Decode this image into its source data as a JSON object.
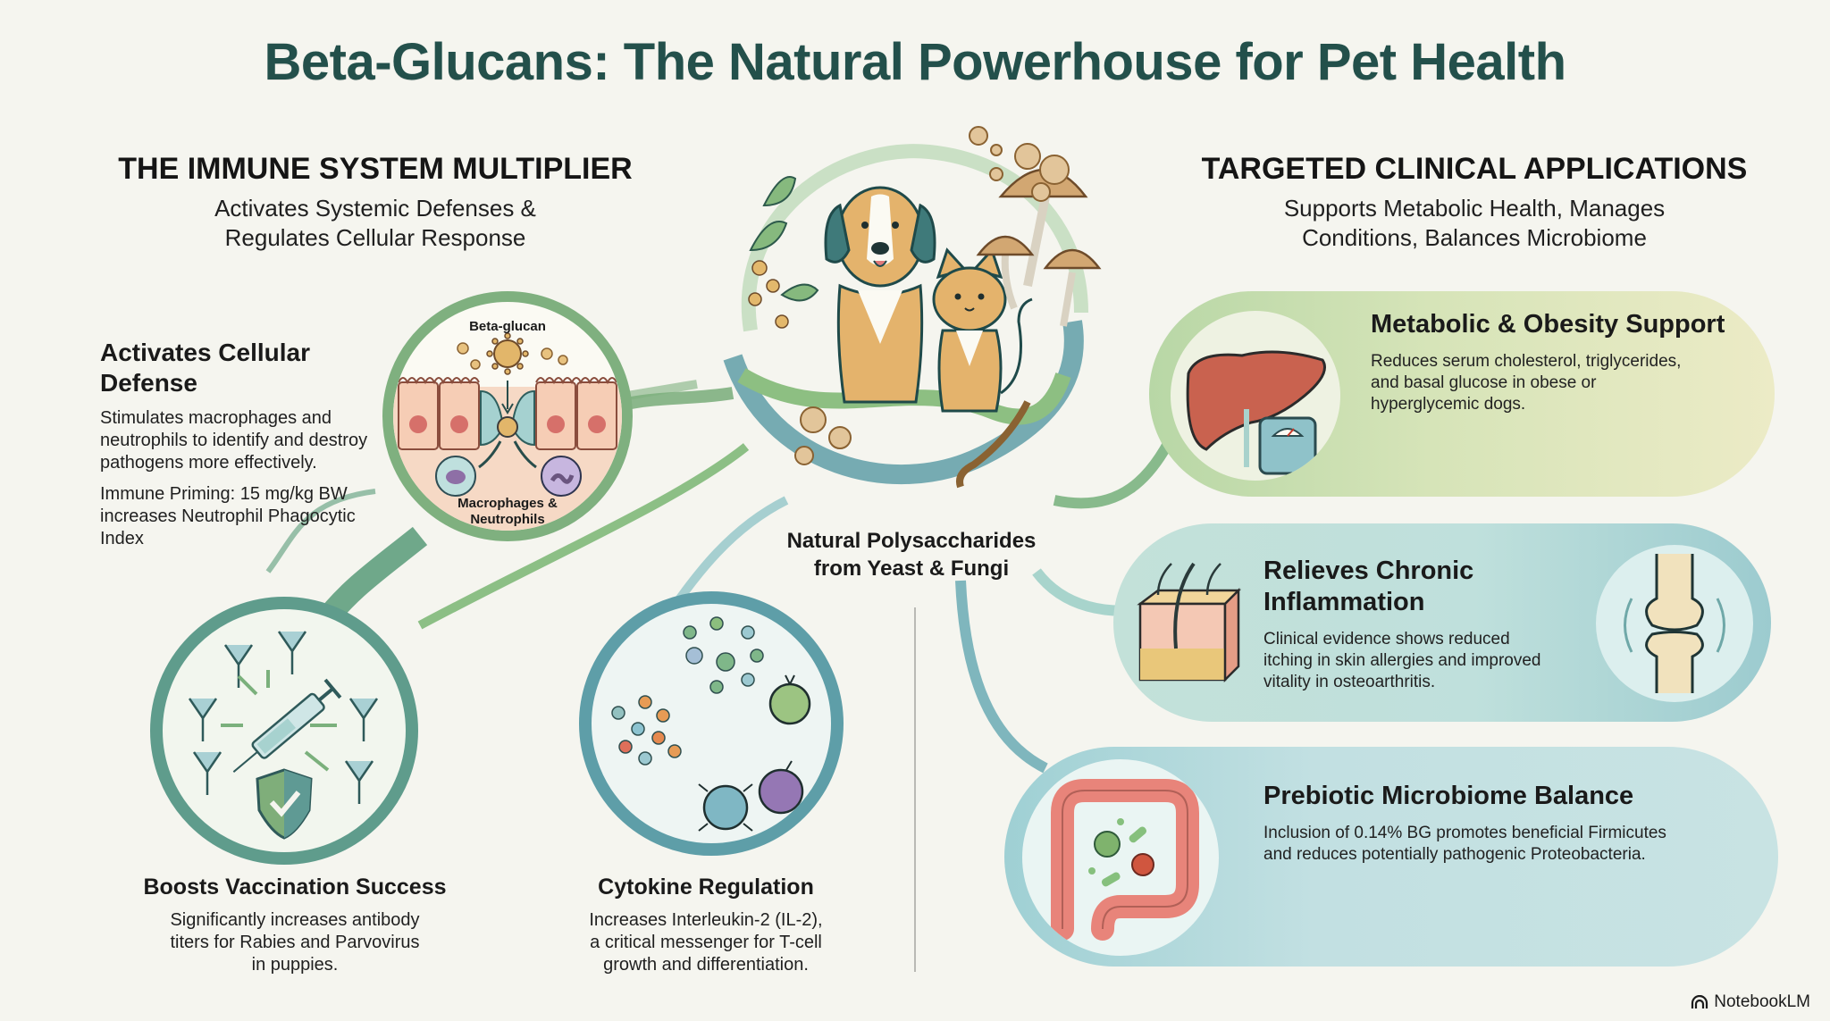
{
  "title": "Beta-Glucans: The Natural Powerhouse for Pet Health",
  "left_section": {
    "heading": "THE IMMUNE SYSTEM MULTIPLIER",
    "subheading_line1": "Activates Systemic Defenses &",
    "subheading_line2": "Regulates Cellular Response",
    "cellular_defense": {
      "title_line1": "Activates Cellular",
      "title_line2": "Defense",
      "body": "Stimulates macrophages and neutrophils to identify and destroy pathogens more effectively.",
      "note": "Immune Priming: 15 mg/kg BW increases Neutrophil Phagocytic Index",
      "illustration_label_top": "Beta-glucan",
      "illustration_label_bottom_line1": "Macrophages &",
      "illustration_label_bottom_line2": "Neutrophils"
    },
    "vaccination": {
      "title": "Boosts Vaccination Success",
      "body_line1": "Significantly increases antibody",
      "body_line2": "titers for Rabies and Parvovirus",
      "body_line3": "in puppies."
    },
    "cytokine": {
      "title": "Cytokine Regulation",
      "body_line1": "Increases Interleukin-2 (IL-2),",
      "body_line2": "a critical messenger for T-cell",
      "body_line3": "growth and differentiation."
    }
  },
  "center": {
    "caption_line1": "Natural Polysaccharides",
    "caption_line2": "from Yeast & Fungi",
    "icons": [
      "dog-icon",
      "cat-icon",
      "mushroom-icon",
      "yeast-icon",
      "leaf-icon"
    ]
  },
  "right_section": {
    "heading": "TARGETED CLINICAL APPLICATIONS",
    "subheading_line1": "Supports Metabolic Health, Manages",
    "subheading_line2": "Conditions, Balances Microbiome",
    "cards": [
      {
        "title": "Metabolic & Obesity Support",
        "body_line1": "Reduces serum cholesterol, triglycerides,",
        "body_line2": "and basal glucose in obese or",
        "body_line3": "hyperglycemic dogs.",
        "icon": "liver-scale-icon"
      },
      {
        "title_line1": "Relieves Chronic",
        "title_line2": "Inflammation",
        "body_line1": "Clinical evidence shows reduced",
        "body_line2": "itching in skin allergies and improved",
        "body_line3": "vitality in osteoarthritis.",
        "icon": "skin-joint-icon"
      },
      {
        "title": "Prebiotic Microbiome Balance",
        "body_line1": "Inclusion of 0.14% BG promotes beneficial Firmicutes",
        "body_line2": "and reduces potentially pathogenic Proteobacteria.",
        "icon": "intestine-icon"
      }
    ]
  },
  "brand": "NotebookLM",
  "colors": {
    "background": "#f5f5ef",
    "title": "#23504b",
    "green_connector": "#7fb07f",
    "teal_connector": "#5d9ea6",
    "metabolic_pill_start": "#b9d8a8",
    "metabolic_pill_end": "#ecebc6",
    "inflammation_pill": "#bfe0da",
    "microbiome_pill": "#c2e0e2"
  }
}
